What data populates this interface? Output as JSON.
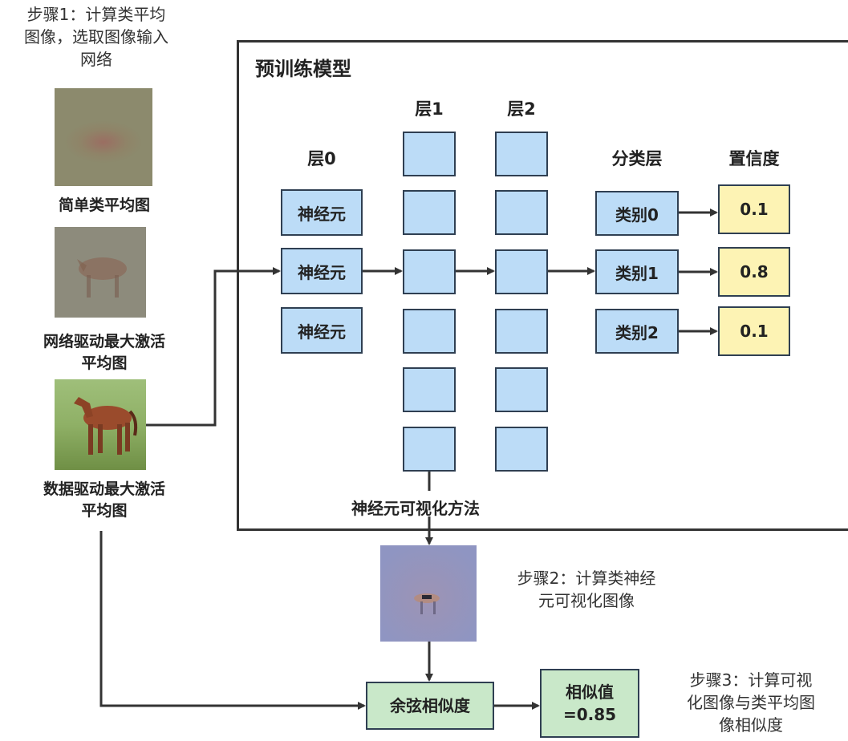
{
  "step1": "步骤1：计算类平均\n图像，选取图像输入\n网络",
  "step2": "步骤2：计算类神经\n元可视化图像",
  "step3": "步骤3：计算可视\n化图像与类平均图\n像相似度",
  "images": {
    "simple_caption": "简单类平均图",
    "network_caption": "网络驱动最大激活\n平均图",
    "data_caption": "数据驱动最大激活\n平均图"
  },
  "model": {
    "title": "预训练模型",
    "layer0": "层0",
    "layer1": "层1",
    "layer2": "层2",
    "classifier": "分类层",
    "confidence": "置信度",
    "neurons": [
      "神经元",
      "神经元",
      "神经元"
    ],
    "classes": [
      "类别0",
      "类别1",
      "类别2"
    ],
    "confidences": [
      "0.1",
      "0.8",
      "0.1"
    ]
  },
  "method_label": "神经元可视化方法",
  "cosine": "余弦相似度",
  "similarity": "相似值\n=0.85",
  "colors": {
    "neuron_fill": "#bcdcf7",
    "confidence_fill": "#fdf3b4",
    "result_fill": "#c9e8c9",
    "border": "#2f3f52"
  }
}
